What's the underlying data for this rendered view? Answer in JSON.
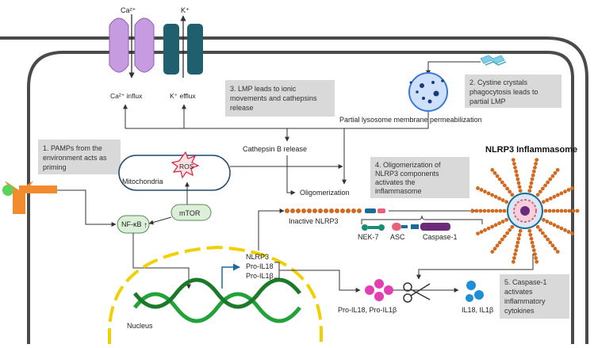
{
  "channels": {
    "calcium": {
      "label": "Ca²⁺",
      "flux": "Ca²⁺ influx"
    },
    "potassium": {
      "label": "K⁺",
      "flux": "K⁺ efflux"
    }
  },
  "notes": {
    "n1": [
      "1. PAMPs from the",
      "environment acts as",
      "priming"
    ],
    "n2": [
      "2. Cystine crystals",
      "phagocytosis leads to",
      "partial LMP"
    ],
    "n3": [
      "3. LMP leads to ionic",
      "movements and cathepsins",
      "release"
    ],
    "n4": [
      "4. Oligomerization of",
      "NLRP3 components",
      "activates the",
      "inflammasome"
    ],
    "n5": [
      "5. Caspase-1",
      "activates",
      "inflammatory",
      "cytokines"
    ]
  },
  "labels": {
    "lysosome": "Partial lysosome membrane permeabilization",
    "cathepsin": "Cathepsin B release",
    "oligomerization": "Oligomerization",
    "mitochondria": "Mitochondria",
    "ros": "ROS",
    "mtor": "mTOR",
    "nfkb": "NF-κB",
    "inactive_nlrp3": "Inactive NLRP3",
    "nek7": "NEK-7",
    "asc": "ASC",
    "caspase1": "Caspase-1",
    "inflammasome_title": "NLRP3 Inflammasome",
    "genes": [
      "NLRP3",
      "Pro-IL18",
      "Pro-IL1β"
    ],
    "pro_cytokines": "Pro-IL18, Pro-IL1β",
    "cytokines": "IL18, IL1β",
    "nucleus": "Nucleus"
  },
  "colors": {
    "membrane": "#4a4a4a",
    "calcium_channel": "#c79be0",
    "potassium_channel": "#1f5f6e",
    "note_bg": "#d9d9d9",
    "chain": "#d2691e",
    "nucleus_dash": "#f0d000",
    "dna": "#22a33a",
    "lysosome": "#3b78d6",
    "ros": "#e0203a",
    "nfkb_bg": "#dcefd8",
    "pro_cytokine": "#e23fb2",
    "mature_cytokine": "#1e8fd6",
    "receptor": "#f28a2e",
    "pamp": "#5bd25b",
    "arrow": "#333333",
    "gene_arrow": "#1b6b9a",
    "nek7": "#1a8c7a",
    "asc": "#e8607a",
    "caspase": "#6b2a7a"
  }
}
